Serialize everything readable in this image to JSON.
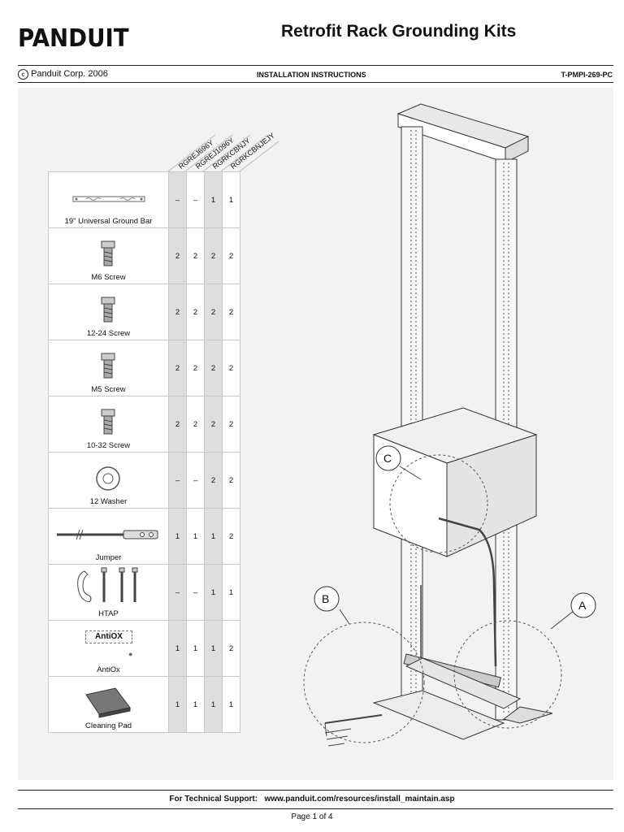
{
  "header": {
    "logo": "PANDUIT",
    "title": "Retrofit Rack Grounding Kits",
    "copyright": "Panduit Corp. 2006",
    "section": "INSTALLATION INSTRUCTIONS",
    "doc_number": "T-PMPI-269-PC"
  },
  "table": {
    "columns": [
      "RGREJ696Y",
      "RGREJ1096Y",
      "RGRKCBNJY",
      "RGRKCBNJEJY"
    ],
    "rows": [
      {
        "item": "19\" Universal Ground Bar",
        "qty": [
          "–",
          "–",
          "1",
          "1"
        ]
      },
      {
        "item": "M6 Screw",
        "qty": [
          "2",
          "2",
          "2",
          "2"
        ]
      },
      {
        "item": "12-24 Screw",
        "qty": [
          "2",
          "2",
          "2",
          "2"
        ]
      },
      {
        "item": "M5 Screw",
        "qty": [
          "2",
          "2",
          "2",
          "2"
        ]
      },
      {
        "item": "10-32 Screw",
        "qty": [
          "2",
          "2",
          "2",
          "2"
        ]
      },
      {
        "item": "12 Washer",
        "qty": [
          "–",
          "–",
          "2",
          "2"
        ]
      },
      {
        "item": "Jumper",
        "qty": [
          "1",
          "1",
          "1",
          "2"
        ]
      },
      {
        "item": "HTAP",
        "qty": [
          "–",
          "–",
          "1",
          "1"
        ]
      },
      {
        "item": "AntiOx",
        "qty": [
          "1",
          "1",
          "1",
          "2"
        ]
      },
      {
        "item": "Cleaning Pad",
        "qty": [
          "1",
          "1",
          "1",
          "1"
        ]
      }
    ],
    "antiox_label": "AntiOX"
  },
  "illustration": {
    "callouts": [
      "C",
      "B",
      "A"
    ]
  },
  "footer": {
    "support_label": "For Technical Support:",
    "support_url": "www.panduit.com/resources/install_maintain.asp",
    "page": "Page 1 of 4"
  }
}
